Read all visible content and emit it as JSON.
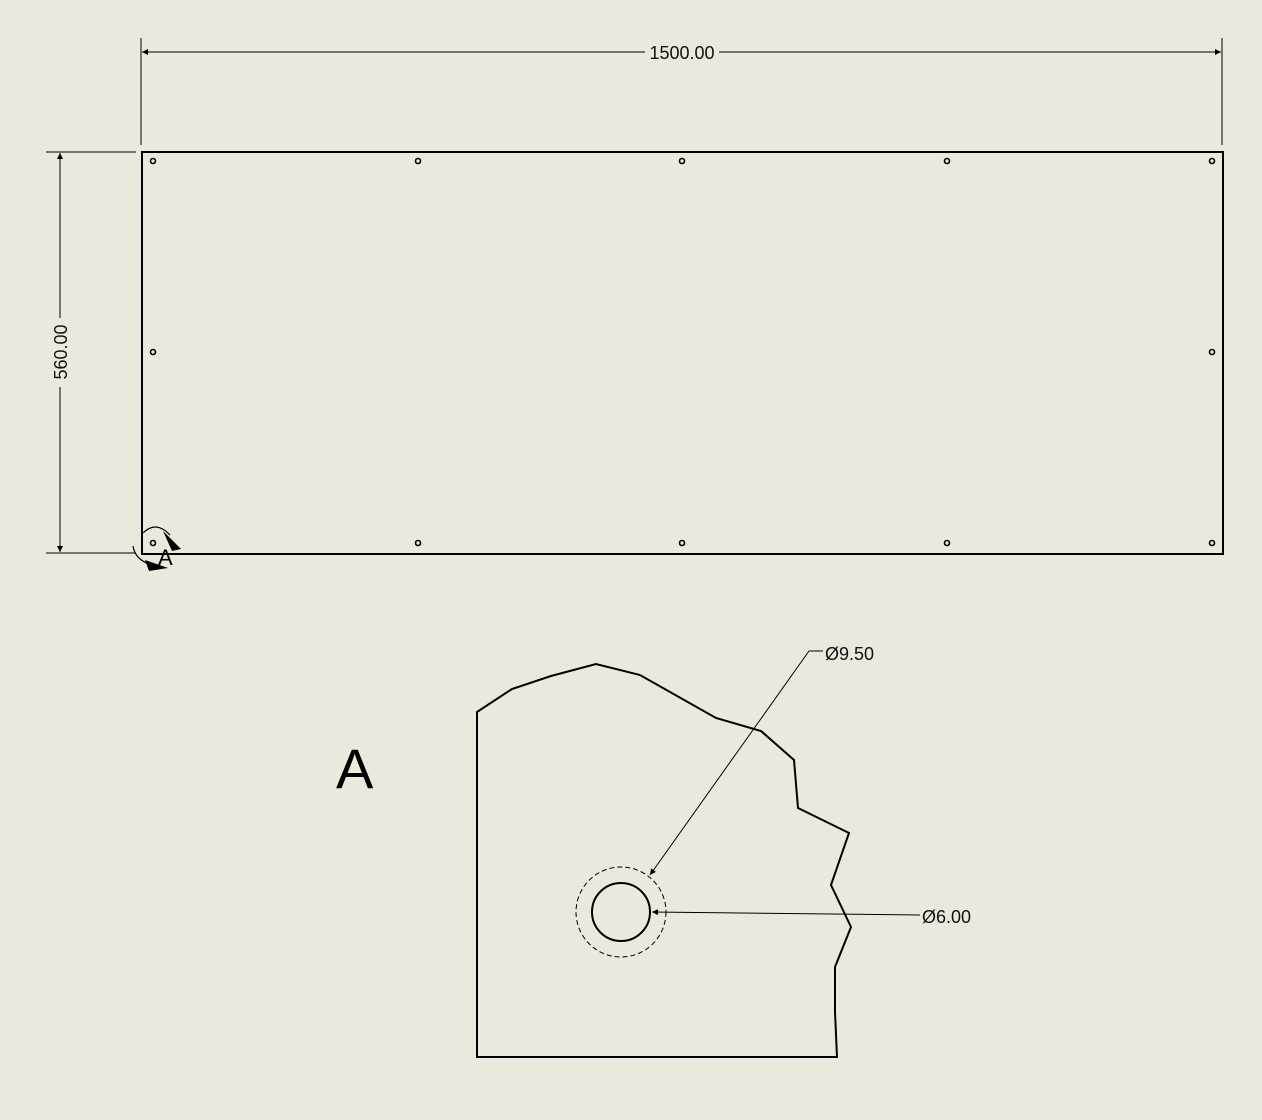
{
  "dimensions": {
    "width": "1500.00",
    "height": "560.00",
    "outer_diameter": "Ø9.50",
    "hole_diameter": "Ø6.00"
  },
  "detail": {
    "callout_letter": "A",
    "view_label": "A"
  },
  "holes": {
    "top_row_count": 5,
    "bottom_row_count": 5,
    "side_count": 2
  },
  "colors": {
    "background": "#ECE9DC",
    "line": "#000000"
  }
}
